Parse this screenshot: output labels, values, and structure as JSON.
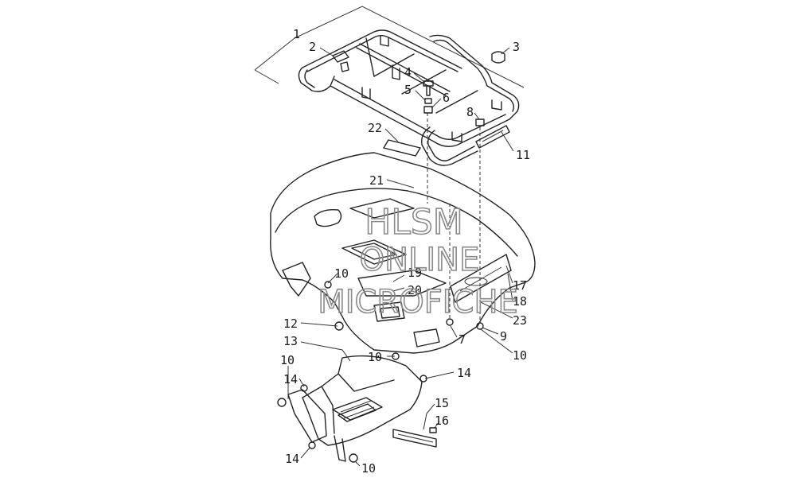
{
  "diagram": {
    "callouts": {
      "c1": "1",
      "c2": "2",
      "c3": "3",
      "c4": "4",
      "c5": "5",
      "c6": "6",
      "c7": "7",
      "c8": "8",
      "c9": "9",
      "c10a": "10",
      "c10b": "10",
      "c10c": "10",
      "c10d": "10",
      "c10e": "10",
      "c11": "11",
      "c12": "12",
      "c13": "13",
      "c14a": "14",
      "c14b": "14",
      "c14c": "14",
      "c15": "15",
      "c16": "16",
      "c17": "17",
      "c18": "18",
      "c19": "19",
      "c20": "20",
      "c21": "21",
      "c22": "22",
      "c23": "23"
    },
    "watermark": {
      "line1": "HLSM",
      "line2": "ONLINE",
      "line3": "MICROFICHE"
    }
  }
}
